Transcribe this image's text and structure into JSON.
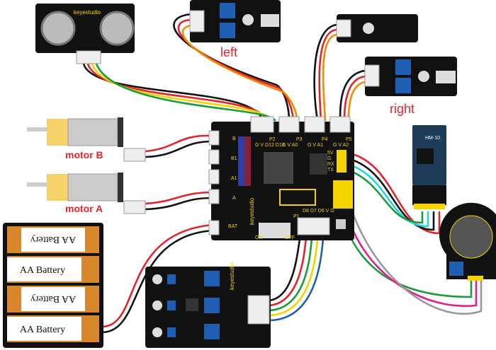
{
  "labels": {
    "left": "left",
    "right": "right",
    "motor_b": "motor B",
    "motor_a": "motor A"
  },
  "batteries": [
    "AA Battery",
    "AA Battery",
    "AA Battery",
    "AA Battery"
  ],
  "brand": "keyestudio",
  "bluetooth": {
    "model": "HM-10",
    "pins": [
      "5V",
      "G",
      "RX",
      "TX"
    ]
  },
  "main_board": {
    "ports_top": [
      {
        "name": "P2",
        "pins": "G V D12 D13"
      },
      {
        "name": "P3",
        "pins": "G V A0"
      },
      {
        "name": "P4",
        "pins": "G V A1"
      },
      {
        "name": "P5",
        "pins": "G V A2"
      }
    ],
    "ports_left": [
      "B",
      "B1",
      "A1",
      "A",
      "BAT"
    ],
    "port_bottom": {
      "name": "P1",
      "pins": "D8 D7 D6 V G"
    },
    "switch": [
      "ON",
      "OFF"
    ]
  },
  "colors": {
    "label": "#e3242b",
    "board": "#111111",
    "pcb_blue": "#1f3b5a",
    "header": "#f5d300",
    "pot": "#1e5fb4"
  }
}
